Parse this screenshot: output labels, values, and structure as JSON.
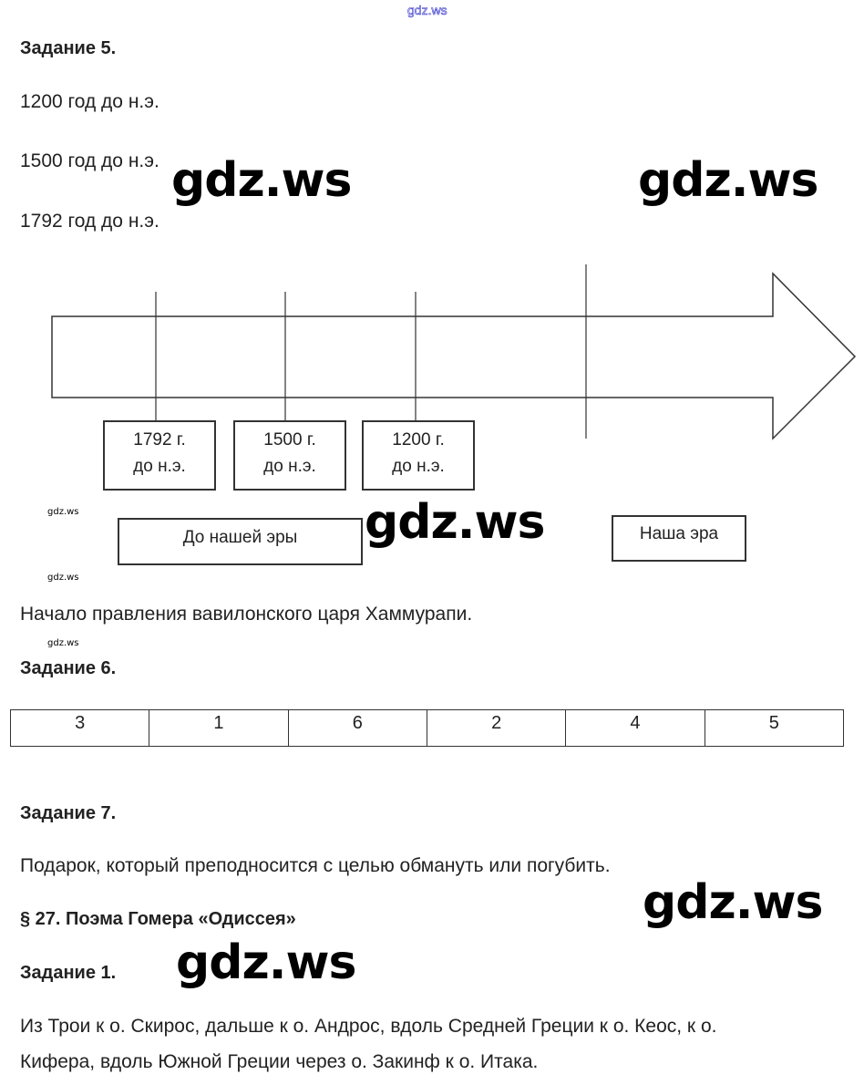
{
  "watermark": {
    "top_link": "gdz.ws",
    "large": "gdz.ws",
    "small": "gdz.ws"
  },
  "task5": {
    "heading": "Задание 5.",
    "lines": [
      "1200 год до н.э.",
      "1500 год до н.э.",
      "1792 год до н.э."
    ],
    "timeline": {
      "date_boxes": [
        {
          "year": "1792 г.",
          "era": "до н.э."
        },
        {
          "year": "1500 г.",
          "era": "до н.э."
        },
        {
          "year": "1200 г.",
          "era": "до н.э."
        }
      ],
      "era_before": "До нашей эры",
      "era_after": "Наша эра"
    },
    "answer": "Начало правления вавилонского царя Хаммурапи."
  },
  "task6": {
    "heading": "Задание 6.",
    "cells": [
      "3",
      "1",
      "6",
      "2",
      "4",
      "5"
    ]
  },
  "task7": {
    "heading": "Задание 7.",
    "answer": "Подарок, который преподносится с целью обмануть или погубить."
  },
  "section": {
    "title": "§ 27. Поэма Гомера «Одиссея»",
    "task1": {
      "heading": "Задание 1.",
      "lines": [
        "Из Трои к о. Скирос, дальше к о. Андрос, вдоль Средней Греции к о. Кеос, к о.",
        "Кифера, вдоль Южной Греции через о. Закинф к о. Итака."
      ]
    }
  }
}
